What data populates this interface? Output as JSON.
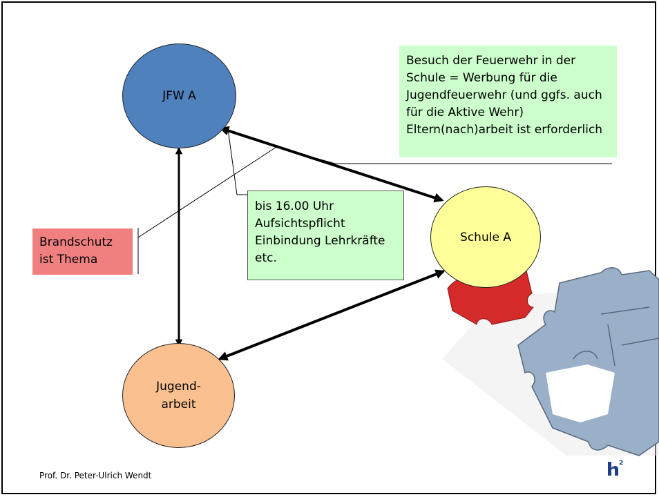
{
  "nodes": {
    "jfw": "JFW A",
    "schule": "Schule A",
    "jugendarbeit_line1": "Jugend-",
    "jugendarbeit_line2": "arbeit"
  },
  "notes": {
    "besuch": [
      "Besuch der Feuerwehr in der",
      "Schule = Werbung für die",
      "Jugendfeuerwehr (und ggfs. auch",
      "für die Aktive Wehr)",
      "Eltern(nach)arbeit ist erforderlich"
    ],
    "aufsicht": [
      "bis 16.00 Uhr",
      "Aufsichtspflicht",
      "Einbindung Lehrkräfte",
      "etc."
    ],
    "brandschutz": [
      "Brandschutz",
      "ist Thema"
    ]
  },
  "footer": "Prof. Dr. Peter-Ulrich Wendt",
  "colors": {
    "jfw": "#4f81bd",
    "schule": "#ffff99",
    "jugendarbeit": "#fac090",
    "green_note": "#ccffcc",
    "brandschutz": "#f08080"
  }
}
